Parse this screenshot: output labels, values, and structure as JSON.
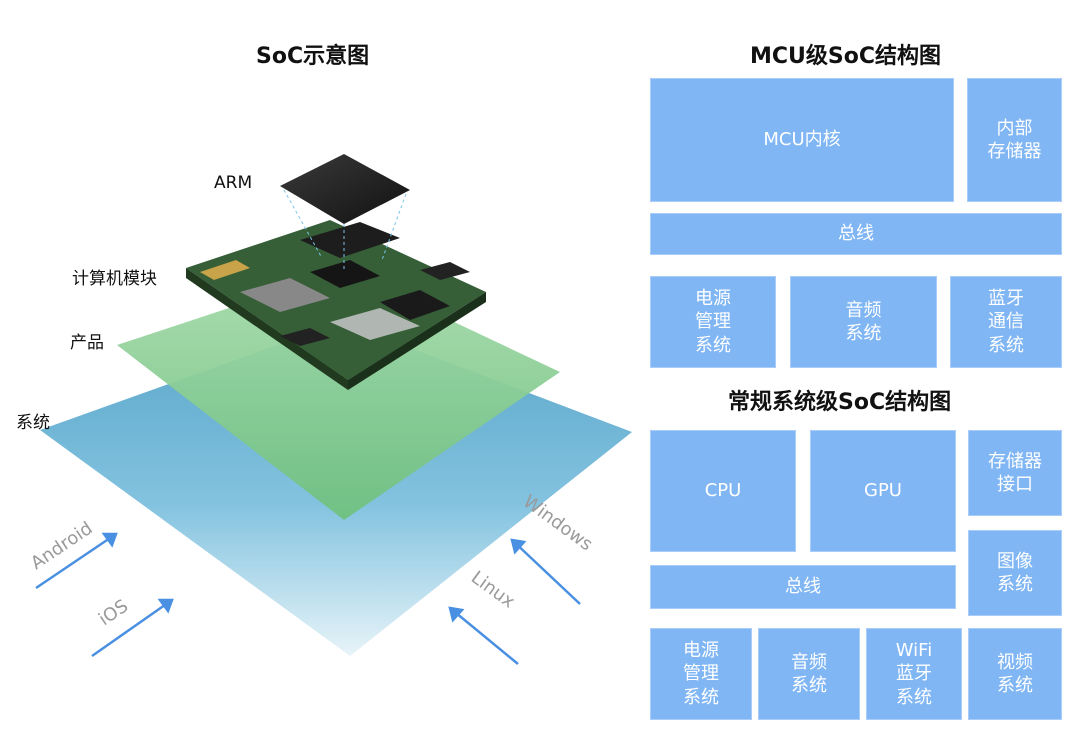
{
  "left": {
    "title": "SoC示意图",
    "labels": {
      "arm": "ARM",
      "module": "计算机模块",
      "product": "产品",
      "system": "系统"
    },
    "os": {
      "android": "Android",
      "ios": "iOS",
      "windows": "Windows",
      "linux": "Linux"
    }
  },
  "mcu": {
    "title": "MCU级SoC结构图",
    "core": "MCU内核",
    "internal_storage": "内部\n存储器",
    "bus": "总线",
    "power": "电源\n管理\n系统",
    "audio": "音频\n系统",
    "bluetooth": "蓝牙\n通信\n系统"
  },
  "regular": {
    "title": "常规系统级SoC结构图",
    "cpu": "CPU",
    "gpu": "GPU",
    "storage_if": "存储器\n接口",
    "image": "图像\n系统",
    "bus": "总线",
    "power": "电源\n管理\n系统",
    "audio": "音频\n系统",
    "wifi_bt": "WiFi\n蓝牙\n系统",
    "video": "视频\n系统"
  },
  "colors": {
    "block": "#80b6f4",
    "blue_layer": "#6fb7d8",
    "green_layer": "#8fcf9a",
    "pcb": "#2f5a34",
    "arrow": "#4a90e2"
  }
}
